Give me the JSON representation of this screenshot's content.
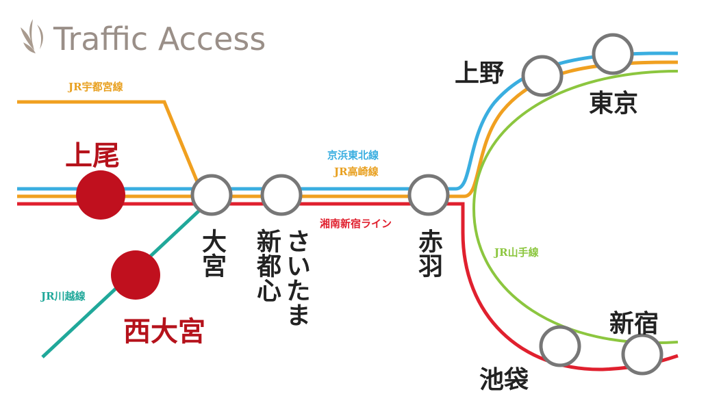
{
  "title": "Traffic Access",
  "colors": {
    "blue": "#3aaee0",
    "orange": "#f0a020",
    "red": "#e0202e",
    "green": "#8cc63f",
    "teal": "#20a89a",
    "station_red": "#c0101e",
    "station_ring": "#777777",
    "title": "#9a8f88"
  },
  "lines": {
    "utsunomiya": "JR宇都宮線",
    "keihin_tohoku": "京浜東北線",
    "takasaki": "JR高崎線",
    "shonan_shinjuku": "湘南新宿ライン",
    "yamanote": "JR山手線",
    "kawagoe": "JR川越線"
  },
  "stations": {
    "ageo": "上尾",
    "nishi_omiya": "西大宮",
    "omiya": "大宮",
    "saitama": "さいたま",
    "shintoshin": "新都心",
    "akabane": "赤羽",
    "ueno": "上野",
    "tokyo": "東京",
    "ikebukuro": "池袋",
    "shinjuku": "新宿"
  }
}
